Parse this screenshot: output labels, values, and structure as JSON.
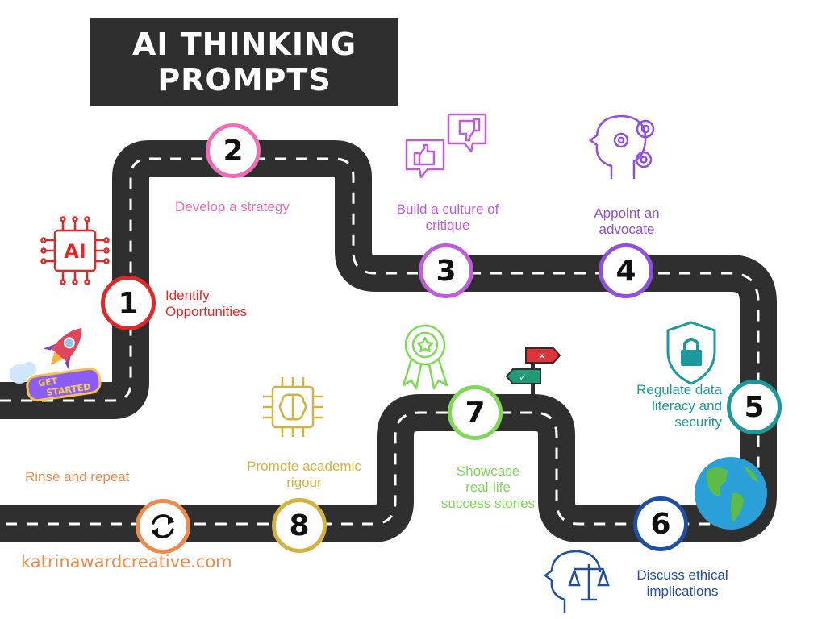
{
  "title": {
    "line1": "AI THINKING",
    "line2": "PROMPTS"
  },
  "steps": [
    {
      "number": "1",
      "label_line1": "Identify",
      "label_line2": "Opportunities",
      "color": "#e32726"
    },
    {
      "number": "2",
      "label_line1": "Develop a strategy",
      "label_line2": "",
      "color": "#f06cb4"
    },
    {
      "number": "3",
      "label_line1": "Build a culture of",
      "label_line2": "critique",
      "color": "#bf5cdb"
    },
    {
      "number": "4",
      "label_line1": "Appoint an",
      "label_line2": "advocate",
      "color": "#8f4fe0"
    },
    {
      "number": "5",
      "label_line1": "Regulate data",
      "label_line2": "literacy and",
      "label_line3": "security",
      "color": "#1a9a9a"
    },
    {
      "number": "6",
      "label_line1": "Discuss ethical",
      "label_line2": "implications",
      "color": "#1e4fa3"
    },
    {
      "number": "7",
      "label_line1": "Showcase",
      "label_line2": "real-life",
      "label_line3": "success stories",
      "color": "#7ed957"
    },
    {
      "number": "8",
      "label_line1": "Promote academic",
      "label_line2": "rigour",
      "color": "#d4b23f"
    }
  ],
  "repeat": {
    "label": "Rinse and repeat",
    "color": "#ef8a4a"
  },
  "start_badge": {
    "line1": "GET",
    "line2": "STARTED"
  },
  "ai_chip_text": "AI",
  "credit": "katrinawardcreative.com",
  "colors": {
    "road": "#2f2f2f",
    "dash": "#ffffff"
  }
}
